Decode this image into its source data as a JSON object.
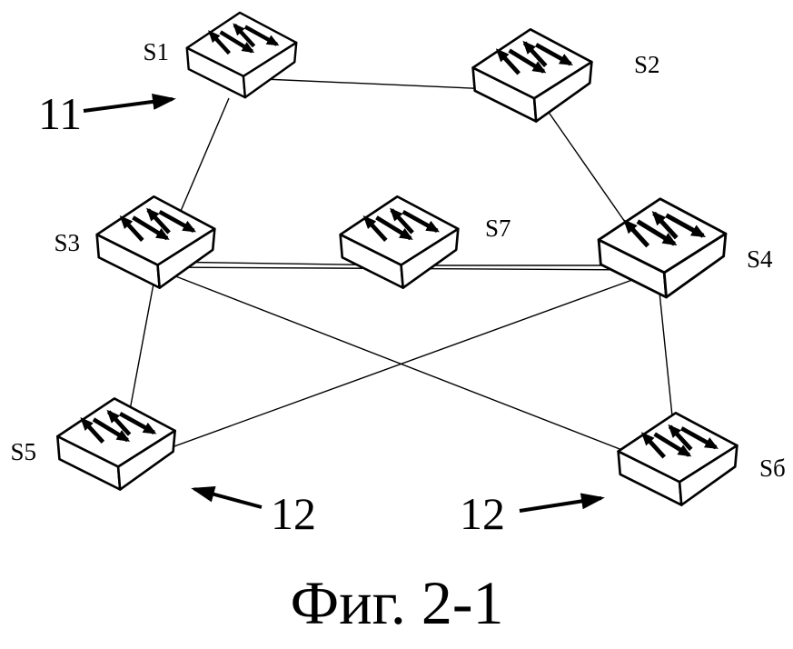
{
  "figure": {
    "caption": "Фиг. 2-1"
  },
  "nodes": {
    "s1": {
      "label": "S1"
    },
    "s2": {
      "label": "S2"
    },
    "s3": {
      "label": "S3"
    },
    "s4": {
      "label": "S4"
    },
    "s5": {
      "label": "S5"
    },
    "s6": {
      "label": "Sб"
    },
    "s7": {
      "label": "S7"
    }
  },
  "annotations": {
    "ref11": {
      "label": "11"
    },
    "ref12a": {
      "label": "12"
    },
    "ref12b": {
      "label": "12"
    }
  },
  "edges": [
    {
      "from": "S1",
      "to": "S2"
    },
    {
      "from": "S1",
      "to": "S3"
    },
    {
      "from": "S2",
      "to": "S4"
    },
    {
      "from": "S3",
      "to": "S7"
    },
    {
      "from": "S7",
      "to": "S4"
    },
    {
      "from": "S3",
      "to": "S4"
    },
    {
      "from": "S3",
      "to": "S5"
    },
    {
      "from": "S3",
      "to": "S6"
    },
    {
      "from": "S4",
      "to": "S5"
    },
    {
      "from": "S4",
      "to": "S6"
    }
  ],
  "colors": {
    "ink": "#000000",
    "background": "#ffffff"
  }
}
